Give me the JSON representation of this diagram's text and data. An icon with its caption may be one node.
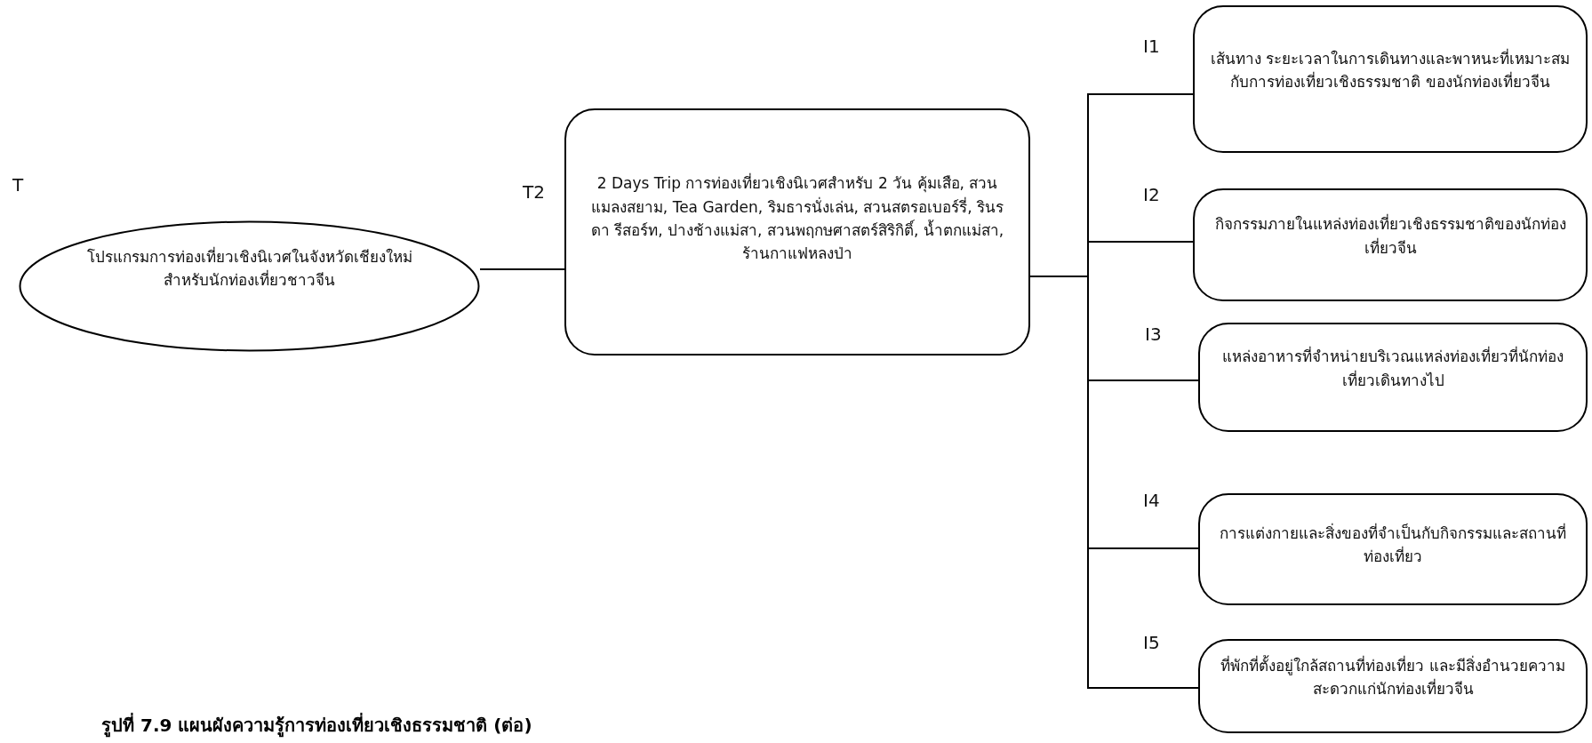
{
  "diagram": {
    "caption": "รูปที่ 7.9 แผนผังความรู้การท่องเที่ยวเชิงธรรมชาติ (ต่อ)",
    "nodes": [
      {
        "text": [
          "โปรแกรมการท่องเที่ยวเชิงนิเวศในจังหวัดเชียงใหม่ สำหรับนักท่องเที่ยวชาวจีน"
        ],
        "beside": [
          "T"
        ]
      },
      {
        "text": [
          "2 Days Trip การท่องเที่ยวเชิงนิเวศสำหรับ 2 วัน คุ้มเสือ, สวนแมลงสยาม, Tea Garden, ริมธารนั่งเล่น, สวนสตรอเบอร์รี่, รินรดา รีสอร์ท, ปางช้างแม่สา, สวนพฤกษศาสตร์สิริกิติ์, น้ำตกแม่สา, ร้านกาแฟหลงป่า"
        ],
        "beside": [
          "T2"
        ]
      },
      {
        "text": [
          "เส้นทาง ระยะเวลาในการเดินทางและพาหนะที่เหมาะสมกับการท่องเที่ยวเชิงธรรมชาติ ของนักท่องเที่ยวจีน"
        ],
        "beside": [
          "I1"
        ]
      },
      {
        "text": [
          "กิจกรรมภายในแหล่งท่องเที่ยวเชิงธรรมชาติของนักท่องเที่ยวจีน"
        ],
        "beside": [
          "I2"
        ]
      },
      {
        "text": [
          "แหล่งอาหารที่จำหน่ายบริเวณแหล่งท่องเที่ยวที่นักท่องเที่ยวเดินทางไป"
        ],
        "beside": [
          "I3"
        ]
      },
      {
        "text": [
          "การแต่งกายและสิ่งของที่จำเป็นกับกิจกรรมและสถานที่ท่องเที่ยว"
        ],
        "beside": [
          "I4"
        ]
      },
      {
        "text": [
          "ที่พักที่ตั้งอยู่ใกล้สถานที่ท่องเที่ยว และมีสิ่งอำนวยความสะดวกแก่นักท่องเที่ยวจีน"
        ],
        "beside": [
          "I5"
        ]
      }
    ],
    "edges": [
      {
        "from": 0,
        "to": 1,
        "arrow": "none"
      },
      {
        "from": 1,
        "to": 2,
        "arrow": "none"
      },
      {
        "from": 1,
        "to": 3,
        "arrow": "none"
      },
      {
        "from": 1,
        "to": 4,
        "arrow": "none"
      },
      {
        "from": 1,
        "to": 5,
        "arrow": "none"
      },
      {
        "from": 1,
        "to": 6,
        "arrow": "none"
      }
    ]
  }
}
